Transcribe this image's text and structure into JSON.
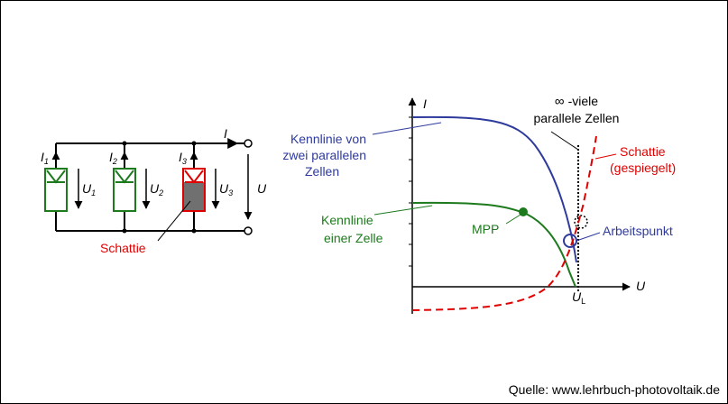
{
  "colors": {
    "black": "#000000",
    "blue": "#2e3a9c",
    "green": "#1d7a1d",
    "red": "#e00000",
    "shade": "#707070"
  },
  "circuit": {
    "current_I1": "I",
    "current_I1_sub": "1",
    "current_I2": "I",
    "current_I2_sub": "2",
    "current_I3": "I",
    "current_I3_sub": "3",
    "voltage_U1": "U",
    "voltage_U1_sub": "1",
    "voltage_U2": "U",
    "voltage_U2_sub": "2",
    "voltage_U3": "U",
    "voltage_U3_sub": "3",
    "total_current": "I",
    "total_voltage": "U",
    "shade_label": "Schattie"
  },
  "graph": {
    "y_axis_label": "I",
    "x_axis_label": "U",
    "ul_label": "U",
    "ul_sub": "L",
    "infinite_symbol": "∞",
    "infinite_line1": "-viele",
    "infinite_line2": "parallele  Zellen",
    "two_cells_line1": "Kennlinie von",
    "two_cells_line2": "zwei parallelen",
    "two_cells_line3": "Zellen",
    "one_cell_line1": "Kennlinie",
    "one_cell_line2": "einer Zelle",
    "mpp_label": "MPP",
    "mirror_line1": "Schattie",
    "mirror_line2": "(gespiegelt)",
    "operating_point_label": "Arbeitspunkt"
  },
  "footer": {
    "source": "Quelle: www.lehrbuch-photovoltaik.de"
  }
}
